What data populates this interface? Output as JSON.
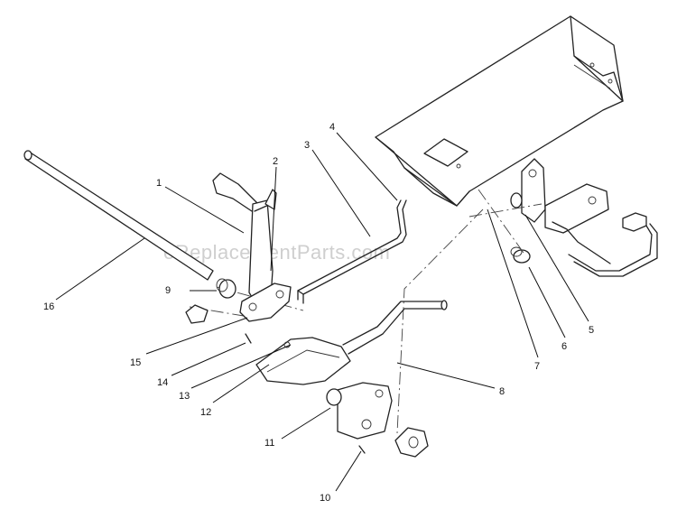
{
  "watermark": "eReplacementParts.com",
  "callouts": [
    {
      "id": "1",
      "label": "1"
    },
    {
      "id": "2",
      "label": "2"
    },
    {
      "id": "3",
      "label": "3"
    },
    {
      "id": "4",
      "label": "4"
    },
    {
      "id": "5",
      "label": "5"
    },
    {
      "id": "6",
      "label": "6"
    },
    {
      "id": "7",
      "label": "7"
    },
    {
      "id": "8",
      "label": "8"
    },
    {
      "id": "9",
      "label": "9"
    },
    {
      "id": "10",
      "label": "10"
    },
    {
      "id": "11",
      "label": "11"
    },
    {
      "id": "12",
      "label": "12"
    },
    {
      "id": "13",
      "label": "13"
    },
    {
      "id": "14",
      "label": "14"
    },
    {
      "id": "15",
      "label": "15"
    },
    {
      "id": "16",
      "label": "16"
    }
  ]
}
